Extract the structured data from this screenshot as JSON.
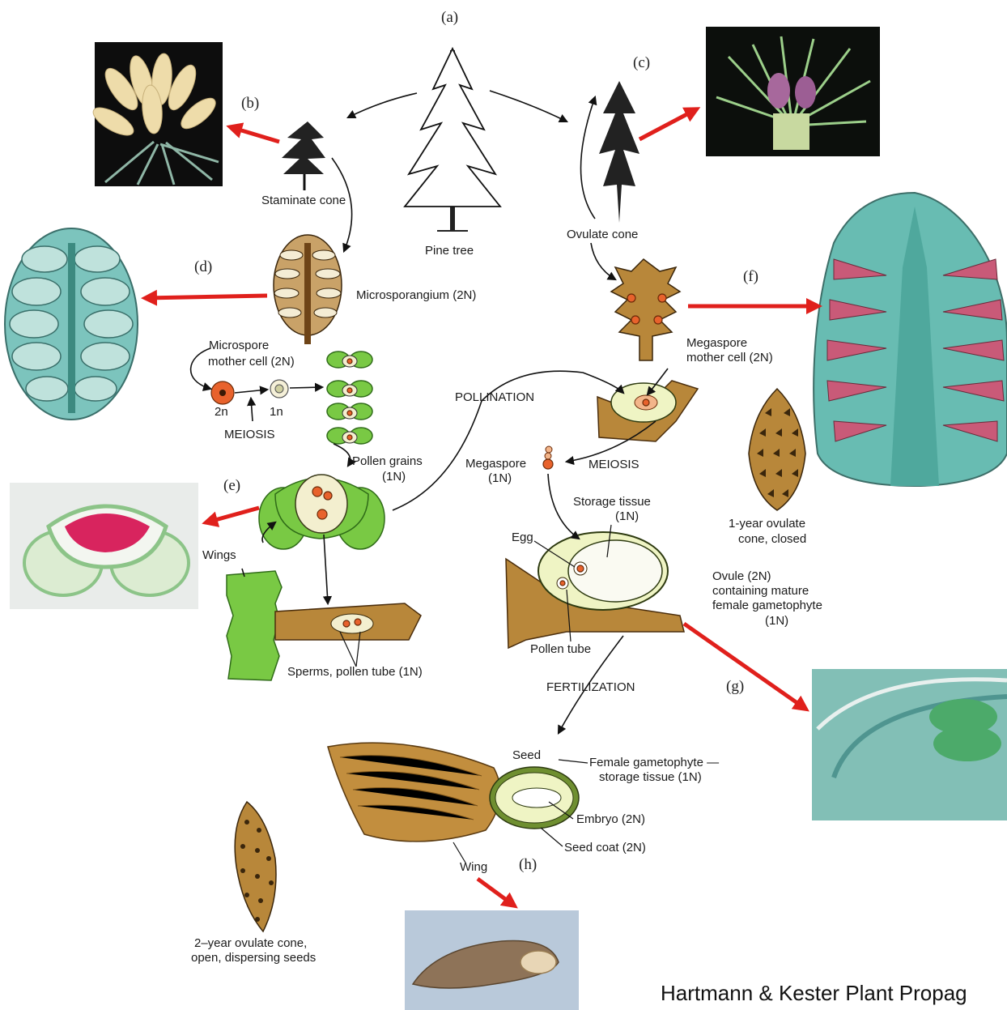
{
  "panels": {
    "a": "(a)",
    "b": "(b)",
    "c": "(c)",
    "d": "(d)",
    "e": "(e)",
    "f": "(f)",
    "g": "(g)",
    "h": "(h)"
  },
  "labels": {
    "pine_tree": "Pine tree",
    "staminate_cone": "Staminate cone",
    "ovulate_cone": "Ovulate cone",
    "microsporangium": "Microsporangium (2N)",
    "microspore_mother_1": "Microspore",
    "microspore_mother_2": "mother cell (2N)",
    "two_n": "2n",
    "one_n": "1n",
    "meiosis_left": "MEIOSIS",
    "pollination": "POLLINATION",
    "megaspore_mother_1": "Megaspore",
    "megaspore_mother_2": "mother cell (2N)",
    "pollen_grains_1": "Pollen grains",
    "pollen_grains_2": "(1N)",
    "megaspore_1": "Megaspore",
    "megaspore_2": "(1N)",
    "meiosis_right": "MEIOSIS",
    "storage_tissue_1": "Storage tissue",
    "storage_tissue_2": "(1N)",
    "one_year_cone_1": "1-year ovulate",
    "one_year_cone_2": "cone, closed",
    "egg": "Egg",
    "wings": "Wings",
    "ovule_1": "Ovule (2N)",
    "ovule_2": "containing mature",
    "ovule_3": "female gametophyte",
    "ovule_4": "(1N)",
    "sperms": "Sperms, pollen tube (1N)",
    "pollen_tube": "Pollen tube",
    "fertilization": "FERTILIZATION",
    "seed": "Seed",
    "female_gametophyte_1": "Female gametophyte —",
    "female_gametophyte_2": "storage tissue (1N)",
    "embryo": "Embryo (2N)",
    "seed_coat": "Seed coat (2N)",
    "wing": "Wing",
    "two_year_cone_1": "2–year ovulate cone,",
    "two_year_cone_2": "open, dispersing seeds"
  },
  "credit": "Hartmann & Kester Plant Propag",
  "colors": {
    "arrow_red": "#e0201c",
    "tissue_teal": "#5fb3a8",
    "tissue_green": "#79c944",
    "tissue_brown": "#b8873a",
    "nucleus_orange": "#e8622c"
  }
}
